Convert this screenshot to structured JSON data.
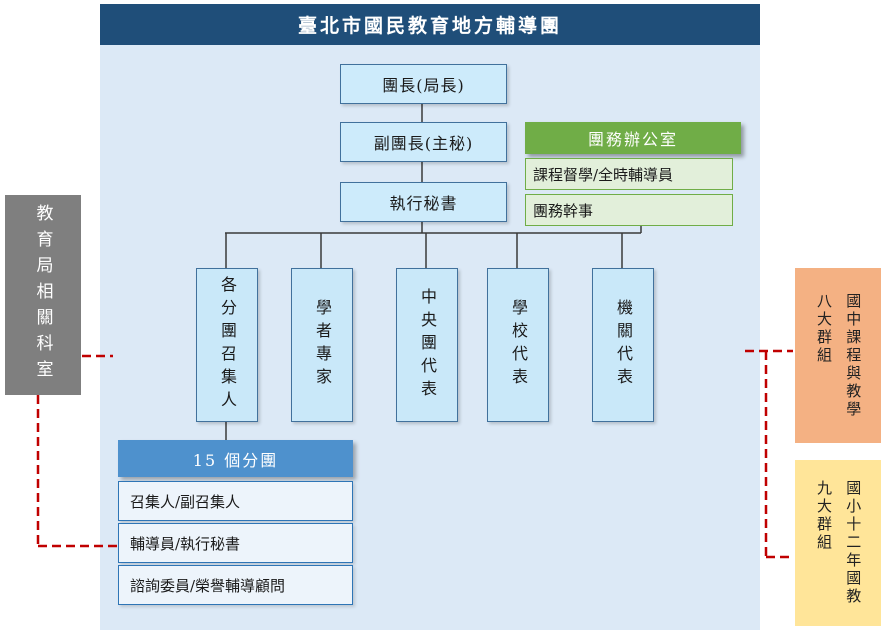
{
  "title": "臺北市國民教育地方輔導團",
  "hierarchy": {
    "leader": "團長(局長)",
    "deputy": "副團長(主秘)",
    "secretary": "執行秘書"
  },
  "office": {
    "header": "團務辦公室",
    "rows": [
      "課程督學/全時輔導員",
      "團務幹事"
    ]
  },
  "branches": [
    "各分團召集人",
    "學者專家",
    "中央團代表",
    "學校代表",
    "機關代表"
  ],
  "subgroup": {
    "header": "15 個分團",
    "rows": [
      "召集人/副召集人",
      "輔導員/執行秘書",
      "諮詢委員/榮譽輔導顧問"
    ]
  },
  "side_notes": {
    "left": "教育局相關科室",
    "right_top": "國中課程與教學\n八大群組",
    "right_bottom": "國小十二年國教\n九大群組"
  },
  "colors": {
    "header_bg": "#1f4e79",
    "panel_bg": "#dce9f6",
    "node_fill": "#cdebfb",
    "node_border": "#41719c",
    "office_header_bg": "#70ad47",
    "office_row_bg": "#e2efda",
    "subgroup_header_bg": "#4e91cd",
    "subgroup_row_bg": "#edf4fb",
    "left_box_bg": "#7f7f7f",
    "right_box_top_bg": "#f4b183",
    "right_box_bottom_bg": "#ffe599",
    "dashed_link": "#c00000",
    "connector": "#3a3a3a"
  }
}
